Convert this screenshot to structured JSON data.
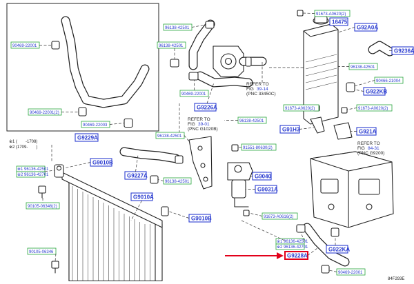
{
  "diagram_id": "84F293E",
  "legend": {
    "line1_mark": "※1",
    "line1_range": "(　　-1708)",
    "line2_mark": "※2",
    "line2_range": "(1709-　　)"
  },
  "part_numbers": {
    "p90469_22001_inset": "90469-22001",
    "p90469_22001_inset_b": "90469-22001(2)",
    "p90469_22003": "90469-22003",
    "p96136_42501_ex1": "※1 96136-42501",
    "p96136_42701_ex2": "※2 96136-42701",
    "p90105_06346_2": "90105-06346(2)",
    "p90105_06346": "90105-06346",
    "p96138_42501_a": "96138-42501",
    "p96138_42501_b": "96138-42501",
    "p90469_22001_mid": "90469-22001",
    "p96138_42501_c": "96138-42501",
    "p96138_42501_d": "96138-42501",
    "p96138_42501_e": "96138-42501",
    "p91551_80630_2": "91551-80630(2)",
    "p91673_a0616_2": "91673-A0616(2)",
    "p91673_a0620_2a": "91673-A0620(2)",
    "p91673_a0620_2b": "91673-A0620(2)",
    "p91673_a0620_2c": "91673-A0620(2)",
    "p96138_42501_f": "96138-42501",
    "p90466_21004": "90466-21004",
    "p96136_42501_ex1b": "※1 96136-42501",
    "p96136_42701_ex2b": "※2 96136-42701",
    "p90469_22001_bot": "90469-22001"
  },
  "callouts": {
    "g16475": "16475",
    "g9229A": "G9229A",
    "g9010B_a": "G9010B",
    "g9010A": "G9010A",
    "g9010B_b": "G9010B",
    "g9227A": "G9227A",
    "g9226A": "G9226A",
    "g9040": "G9040",
    "g9031A": "G9031A",
    "g92A0A": "G92A0A",
    "g9236A": "G9236A",
    "g922KB": "G922KB",
    "g91H3": "G91H3",
    "g921A": "G921A",
    "g922KA": "G922KA",
    "g9228A": "G9228A"
  },
  "refs": {
    "a_line1": "REFER TO",
    "a_line2_prefix": "FIG ",
    "a_fig": "39-14",
    "a_line3": "(PNC 33450C)",
    "b_line1": "REFER TO",
    "b_line2_prefix": "FIG ",
    "b_fig": "39-01",
    "b_line3": "(PNC G1020B)",
    "c_line1": "REFER TO",
    "c_line2_prefix": "FIG ",
    "c_fig": "84-31",
    "c_line3": "(PNC G9200)"
  },
  "colors": {
    "part_box_border": "#27a53c",
    "callout_border": "#2a3cd0",
    "highlight": "#e2001a"
  }
}
